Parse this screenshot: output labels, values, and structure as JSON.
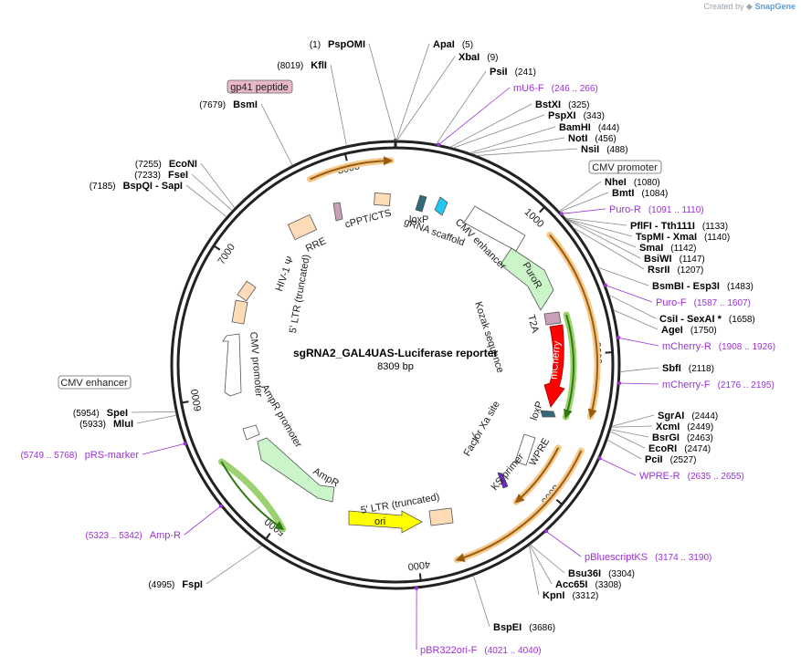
{
  "created_by": {
    "prefix": "Created by",
    "brand": "SnapGene"
  },
  "plasmid": {
    "name": "sgRNA2_GAL4UAS-Luciferase reporter",
    "size_label": "8309 bp",
    "length": 8309
  },
  "ticks": [
    "1000",
    "2000",
    "3000",
    "4000",
    "5000",
    "6000",
    "7000",
    "8000"
  ],
  "sites": [
    {
      "name": "PspOMI",
      "pos": "(1)"
    },
    {
      "name": "ApaI",
      "pos": "(5)"
    },
    {
      "name": "XbaI",
      "pos": "(9)"
    },
    {
      "name": "PsiI",
      "pos": "(241)"
    },
    {
      "name": "BstXI",
      "pos": "(325)"
    },
    {
      "name": "PspXI",
      "pos": "(343)"
    },
    {
      "name": "BamHI",
      "pos": "(444)"
    },
    {
      "name": "NotI",
      "pos": "(456)"
    },
    {
      "name": "NsiI",
      "pos": "(488)"
    },
    {
      "name": "NheI",
      "pos": "(1080)"
    },
    {
      "name": "BmtI",
      "pos": "(1084)"
    },
    {
      "name": "PflFI - Tth111I",
      "pos": "(1133)"
    },
    {
      "name": "TspMI - XmaI",
      "pos": "(1140)"
    },
    {
      "name": "SmaI",
      "pos": "(1142)"
    },
    {
      "name": "BsiWI",
      "pos": "(1147)"
    },
    {
      "name": "RsrII",
      "pos": "(1207)"
    },
    {
      "name": "BsmBI - Esp3I",
      "pos": "(1483)"
    },
    {
      "name": "CsiI - SexAI *",
      "pos": "(1658)"
    },
    {
      "name": "AgeI",
      "pos": "(1750)"
    },
    {
      "name": "SbfI",
      "pos": "(2118)"
    },
    {
      "name": "SgrAI",
      "pos": "(2444)"
    },
    {
      "name": "XcmI",
      "pos": "(2449)"
    },
    {
      "name": "BsrGI",
      "pos": "(2463)"
    },
    {
      "name": "EcoRI",
      "pos": "(2474)"
    },
    {
      "name": "PciI",
      "pos": "(2527)"
    },
    {
      "name": "Bsu36I",
      "pos": "(3304)"
    },
    {
      "name": "Acc65I",
      "pos": "(3308)"
    },
    {
      "name": "KpnI",
      "pos": "(3312)"
    },
    {
      "name": "BspEI",
      "pos": "(3686)"
    },
    {
      "name": "FspI",
      "pos": "(4995)"
    },
    {
      "name": "MluI",
      "pos": "(5933)"
    },
    {
      "name": "SpeI",
      "pos": "(5954)"
    },
    {
      "name": "BspQI - SapI",
      "pos": "(7185)"
    },
    {
      "name": "FseI",
      "pos": "(7233)"
    },
    {
      "name": "EcoNI",
      "pos": "(7255)"
    },
    {
      "name": "BsmI",
      "pos": "(7679)"
    },
    {
      "name": "KflI",
      "pos": "(8019)"
    }
  ],
  "primers": [
    {
      "name": "mU6-F",
      "range": "(246 .. 266)"
    },
    {
      "name": "Puro-R",
      "range": "(1091 .. 1110)"
    },
    {
      "name": "Puro-F",
      "range": "(1587 .. 1607)"
    },
    {
      "name": "mCherry-R",
      "range": "(1908 .. 1926)"
    },
    {
      "name": "mCherry-F",
      "range": "(2176 .. 2195)"
    },
    {
      "name": "WPRE-R",
      "range": "(2635 .. 2655)"
    },
    {
      "name": "pBluescriptKS",
      "range": "(3174 .. 3190)"
    },
    {
      "name": "pBR322ori-F",
      "range": "(4021 .. 4040)"
    },
    {
      "name": "Amp-R",
      "range": "(5323 .. 5342)"
    },
    {
      "name": "pRS-marker",
      "range": "(5749 .. 5768)"
    }
  ],
  "boxed_labels": [
    {
      "text": "CMV promoter"
    },
    {
      "text": "CMV enhancer"
    },
    {
      "text": "gp41 peptide"
    }
  ],
  "features": [
    {
      "name": "loxP"
    },
    {
      "name": "gRNA scaffold"
    },
    {
      "name": "CMV enhancer"
    },
    {
      "name": "PuroR"
    },
    {
      "name": "T2A"
    },
    {
      "name": "Kozak sequence"
    },
    {
      "name": "mCherry"
    },
    {
      "name": "loxP"
    },
    {
      "name": "Factor Xa site"
    },
    {
      "name": "WPRE"
    },
    {
      "name": "KS primer"
    },
    {
      "name": "5' LTR (truncated)"
    },
    {
      "name": "ori"
    },
    {
      "name": "AmpR"
    },
    {
      "name": "AmpR promoter"
    },
    {
      "name": "CMV promoter"
    },
    {
      "name": "5' LTR (truncated)"
    },
    {
      "name": "HIV-1 Ψ"
    },
    {
      "name": "RRE"
    },
    {
      "name": "cPPT/CTS"
    }
  ],
  "colors": {
    "backbone": "#222222",
    "orange_highlight": "#f5c98a",
    "arrow_brown": "#9a5b12",
    "green_highlight": "#9bd26f",
    "arrow_green": "#2f7a10",
    "mCherry": "#ff0000",
    "PuroR": "#c9f5c9",
    "AmpR": "#c9f5c9",
    "ori": "#ffff00",
    "LTR": "#ffdcb8",
    "loxP": "#336a7a",
    "gRNA": "#1ec8f0",
    "primer": "#9b30d9",
    "gp41_box": "#e8b8c8"
  }
}
